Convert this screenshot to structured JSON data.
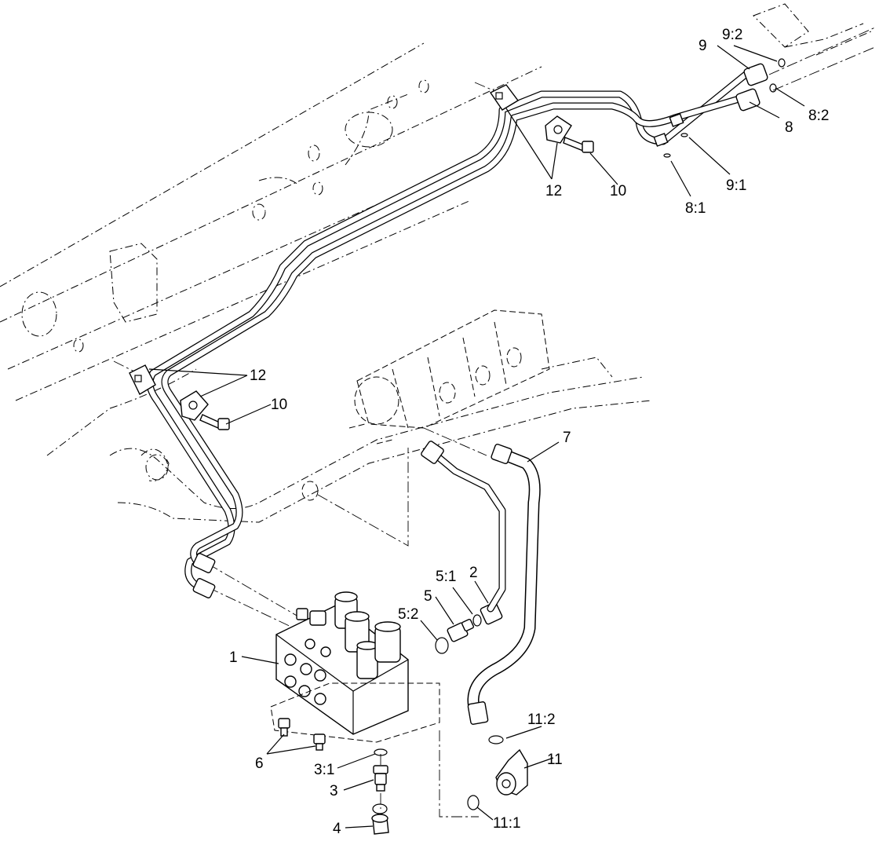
{
  "callouts": [
    {
      "id": "c1",
      "text": "1"
    },
    {
      "id": "c2",
      "text": "2"
    },
    {
      "id": "c3",
      "text": "3"
    },
    {
      "id": "c3_1",
      "text": "3:1"
    },
    {
      "id": "c4",
      "text": "4"
    },
    {
      "id": "c5",
      "text": "5"
    },
    {
      "id": "c5_1",
      "text": "5:1"
    },
    {
      "id": "c5_2",
      "text": "5:2"
    },
    {
      "id": "c6",
      "text": "6"
    },
    {
      "id": "c7",
      "text": "7"
    },
    {
      "id": "c8",
      "text": "8"
    },
    {
      "id": "c8_1",
      "text": "8:1"
    },
    {
      "id": "c8_2",
      "text": "8:2"
    },
    {
      "id": "c9",
      "text": "9"
    },
    {
      "id": "c9_1",
      "text": "9:1"
    },
    {
      "id": "c9_2",
      "text": "9:2"
    },
    {
      "id": "c10a",
      "text": "10"
    },
    {
      "id": "c10b",
      "text": "10"
    },
    {
      "id": "c11",
      "text": "11"
    },
    {
      "id": "c11_1",
      "text": "11:1"
    },
    {
      "id": "c11_2",
      "text": "11:2"
    },
    {
      "id": "c12a",
      "text": "12"
    },
    {
      "id": "c12b",
      "text": "12"
    }
  ]
}
